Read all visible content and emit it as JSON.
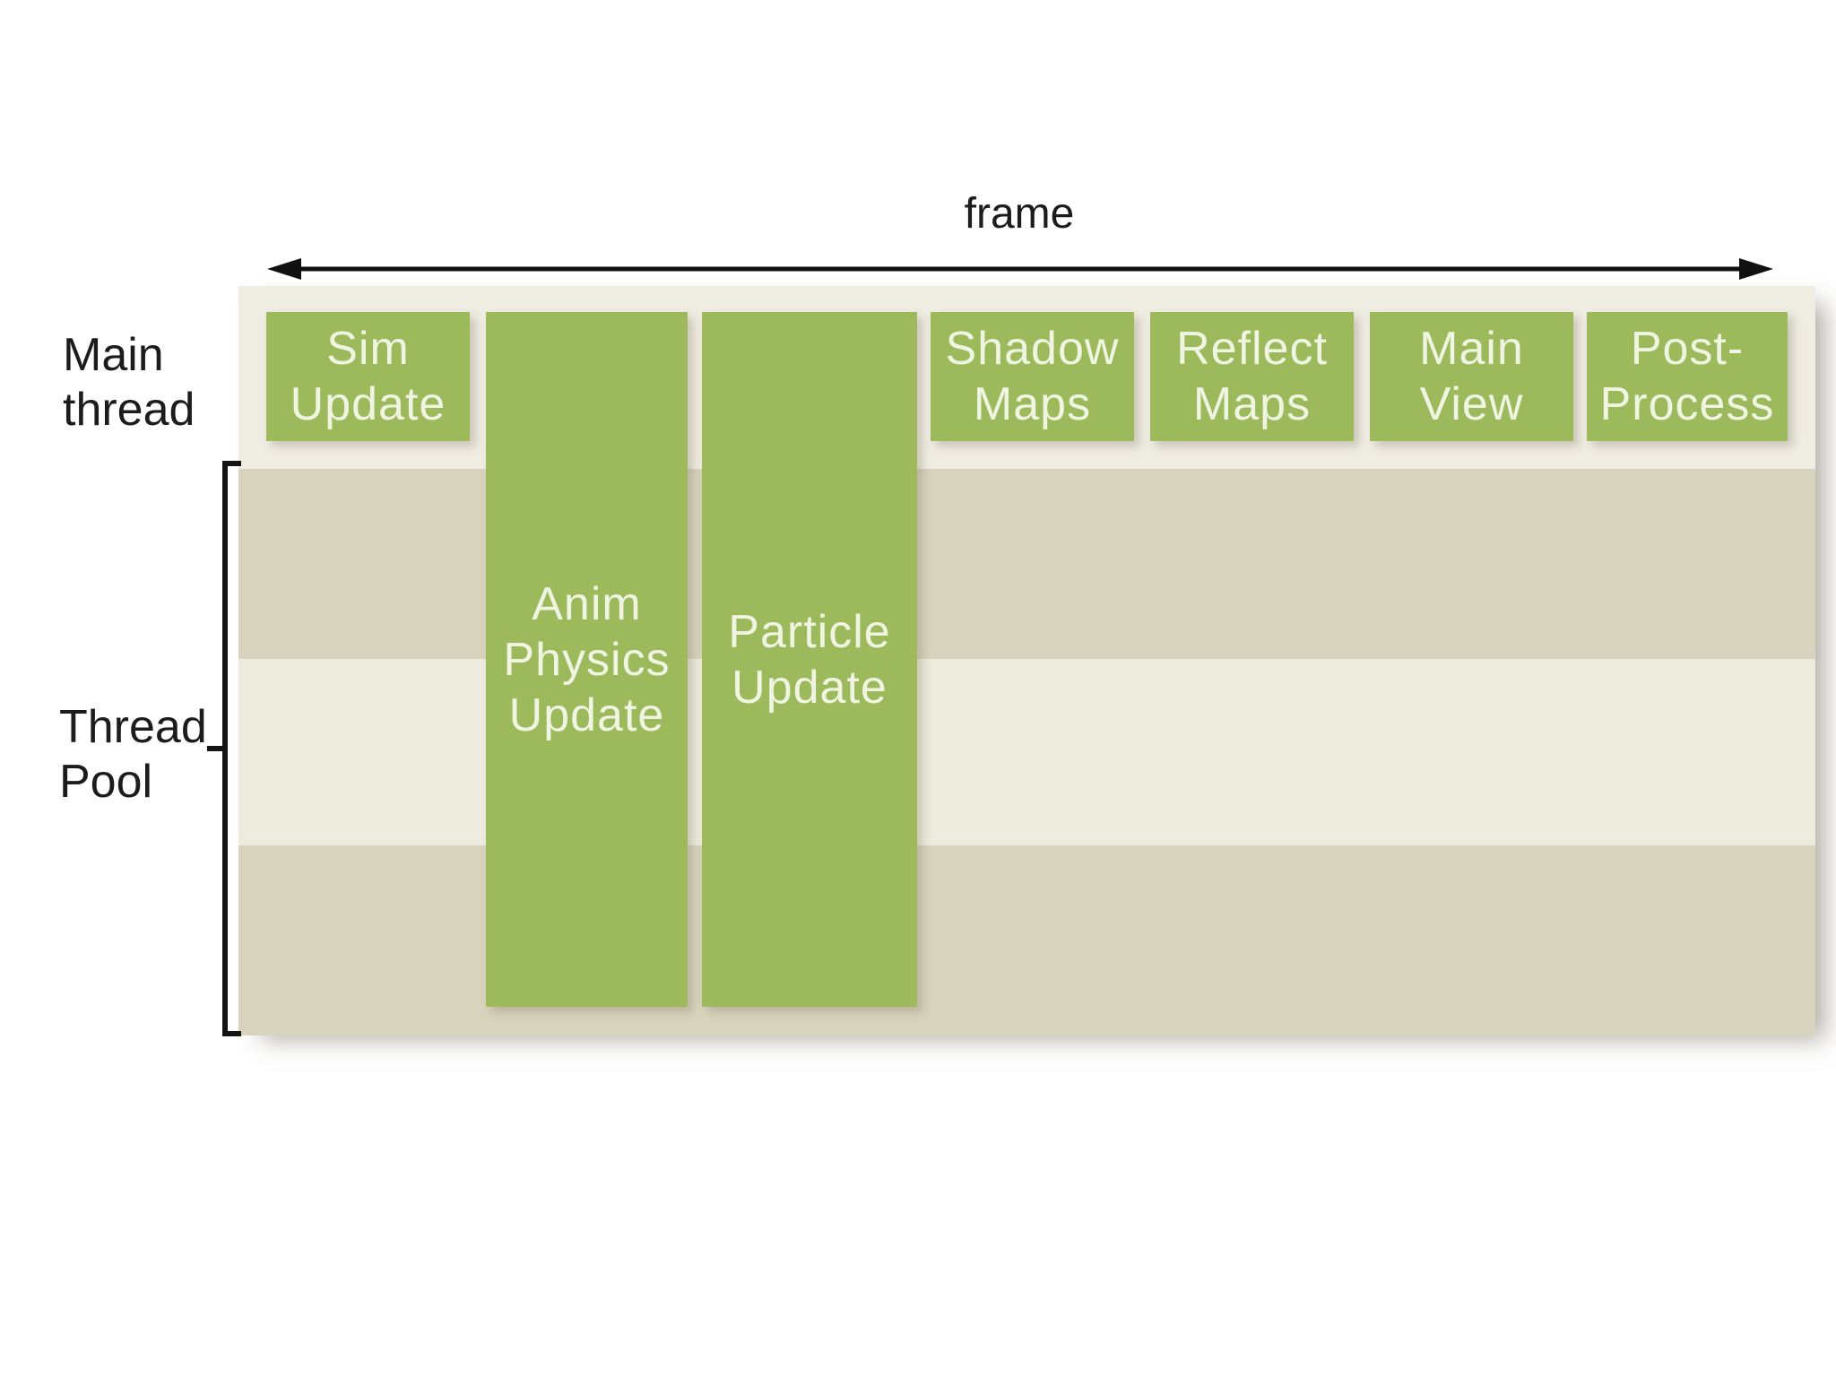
{
  "title": {
    "frame_label": "frame"
  },
  "labels": {
    "main_thread": "Main\nthread",
    "thread_pool": "Thread\nPool"
  },
  "tasks": [
    {
      "label": "Sim\nUpdate",
      "lane": "main-thread",
      "spans_thread_pool": false
    },
    {
      "label": "Anim\nPhysics\nUpdate",
      "lane": "main-thread",
      "spans_thread_pool": true
    },
    {
      "label": "Particle\nUpdate",
      "lane": "main-thread",
      "spans_thread_pool": true
    },
    {
      "label": "Shadow\nMaps",
      "lane": "main-thread",
      "spans_thread_pool": false
    },
    {
      "label": "Reflect\nMaps",
      "lane": "main-thread",
      "spans_thread_pool": false
    },
    {
      "label": "Main\nView",
      "lane": "main-thread",
      "spans_thread_pool": false
    },
    {
      "label": "Post-\nProcess",
      "lane": "main-thread",
      "spans_thread_pool": false
    }
  ],
  "thread_pool": {
    "lane_count": 3
  },
  "colors": {
    "task_green": "#9cba5c",
    "container_beige": "#efece2",
    "stripe_dark": "#d8d3bd",
    "stripe_light": "#ecebdd",
    "task_text": "#f0f5e2",
    "label_text": "#1c1c1c",
    "arrow_black": "#111111"
  }
}
